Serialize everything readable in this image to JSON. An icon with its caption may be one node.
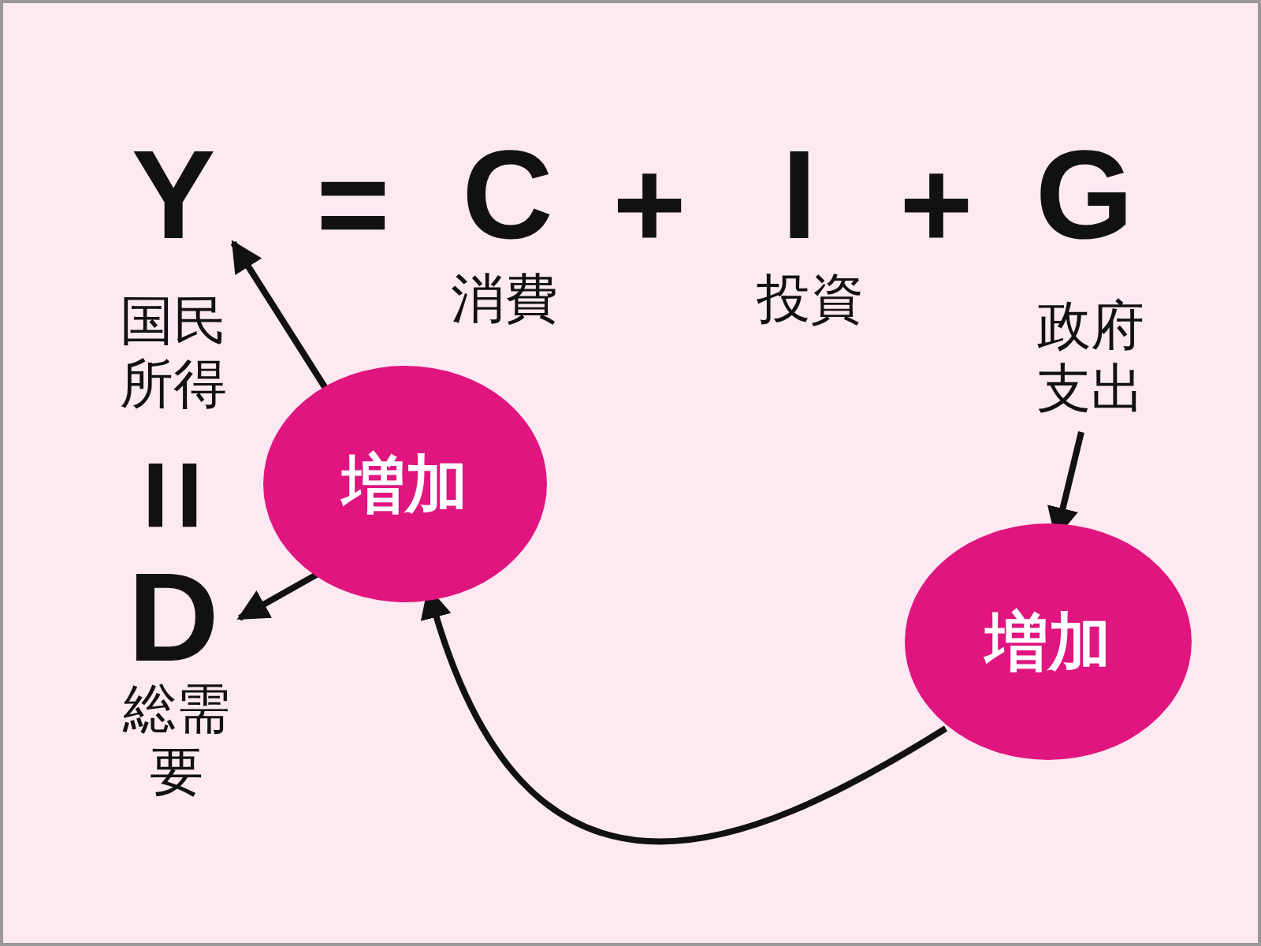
{
  "diagram": {
    "nodes": [
      {
        "text": [
          "Y"
        ],
        "beside": [
          "国民所得"
        ]
      },
      {
        "text": [
          "増加"
        ]
      },
      {
        "text": [
          "政府支出"
        ]
      },
      {
        "text": [
          "D"
        ],
        "beside": [
          "総需要"
        ]
      },
      {
        "text": [
          "増加"
        ]
      }
    ],
    "edges": [
      {
        "from": 1,
        "to": 0,
        "arrow": "to"
      },
      {
        "from": 1,
        "to": 3,
        "arrow": "to"
      },
      {
        "from": 2,
        "to": 4,
        "arrow": "to"
      },
      {
        "from": 4,
        "to": 1,
        "arrow": "to"
      }
    ],
    "labels": [
      "=",
      "C",
      "+",
      "I",
      "+",
      "G",
      "消費",
      "投資",
      "="
    ]
  }
}
